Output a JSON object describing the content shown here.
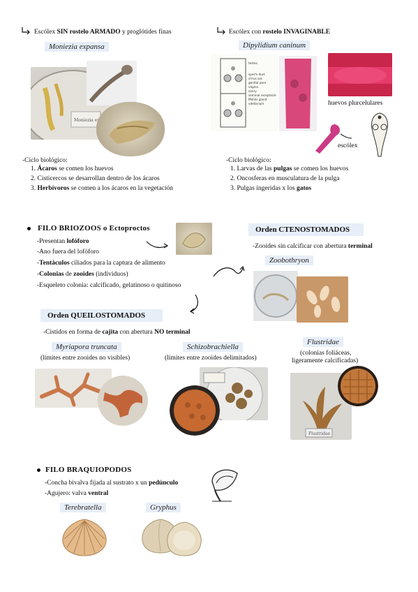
{
  "top_left": {
    "heading_pre": "Escólex ",
    "heading_bold": "SIN rostelo ARMADO",
    "heading_post": " y proglótides finas",
    "species": "Moniezia expansa",
    "photo_label": "Moniezia expansa",
    "cycle_title": "-Ciclo biológico:",
    "cycle": [
      {
        "num": "1.",
        "bold": "Ácaros",
        "rest": " se comen los huevos"
      },
      {
        "num": "2.",
        "bold": "",
        "rest": "Cisticercos se desarrollan dentro de los ácaros"
      },
      {
        "num": "3.",
        "bold": "Herbívoros",
        "rest": " se comen a los ácaros en la vegetación"
      }
    ]
  },
  "top_right": {
    "heading_pre": "Escólex con ",
    "heading_bold": "rostelo INVAGINABLE",
    "species": "Dipylidium caninum",
    "diagram_labels": [
      "testes",
      "sperm duct",
      "cirrus sac",
      "genital pore",
      "vagina",
      "ovary",
      "seminal receptacle",
      "Mehlis gland",
      "vitellarium"
    ],
    "eggs_label": "huevos plurcelulares",
    "scolex_label": "escólex",
    "cycle_title": "-Ciclo biológico:",
    "cycle": [
      {
        "num": "1.",
        "pre": "Larvas de las ",
        "bold": "pulgas",
        "rest": " se comen los huevos"
      },
      {
        "num": "2.",
        "pre": "Oncosferas en musculatura de la pulga",
        "bold": "",
        "rest": ""
      },
      {
        "num": "3.",
        "pre": "Pulgas ingeridas x los ",
        "bold": "gatos",
        "rest": ""
      }
    ]
  },
  "briozoos": {
    "title": "FILO BRIOZOOS o Ectoproctos",
    "lines": [
      {
        "pre": "-Presentan ",
        "bold": "lofóforo",
        "post": ""
      },
      {
        "pre": "-Ano fuera del lofóforo",
        "bold": "",
        "post": ""
      },
      {
        "pre": "-",
        "bold": "Tentáculos",
        "post": " ciliados para la captura de alimento"
      },
      {
        "pre": "-",
        "bold": "Colonias",
        "post": " de "
      },
      {
        "pre": "-Esqueleto colonia: calcificado, gelatinoso o quitinoso",
        "bold": "",
        "post": ""
      }
    ],
    "colonias_bold2": "zooides",
    "colonias_post2": " (individuos)"
  },
  "ctenostomados": {
    "title": "Orden CTENOSTOMADOS",
    "line_pre": "-Zooides sin calcificar con abertura ",
    "line_bold": "terminal",
    "species": "Zoobothryon"
  },
  "queilostomados": {
    "title": "Orden QUEILOSTOMADOS",
    "line_pre": "-Cistidos en forma de ",
    "line_bold1": "cajita",
    "line_mid": " con abertura ",
    "line_bold2": "NO terminal",
    "species": [
      {
        "name": "Myriapora truncata",
        "note": "(límites entre zooides no visibles)"
      },
      {
        "name": "Schizobrachiella",
        "note": "(límites entre zooides delimitados)"
      },
      {
        "name": "Flustridae",
        "note": "(colonias foliáceas,",
        "note2": "ligeramente calcificadas)"
      }
    ],
    "flustra_label": "Flustridae"
  },
  "braquiopodos": {
    "title": "FILO BRAQUIOPODOS",
    "line1_pre": "-Concha bivalva fijada al sustrato x un ",
    "line1_bold": "pedúnculo",
    "line2_pre": "-Agujero: valva ",
    "line2_bold": "ventral",
    "species": [
      "Terebratella",
      "Gryphus"
    ]
  },
  "colors": {
    "tag_bg": "#e6eef8",
    "pink_tissue": "#e8507e",
    "magenta_scolex": "#cc3a86"
  }
}
